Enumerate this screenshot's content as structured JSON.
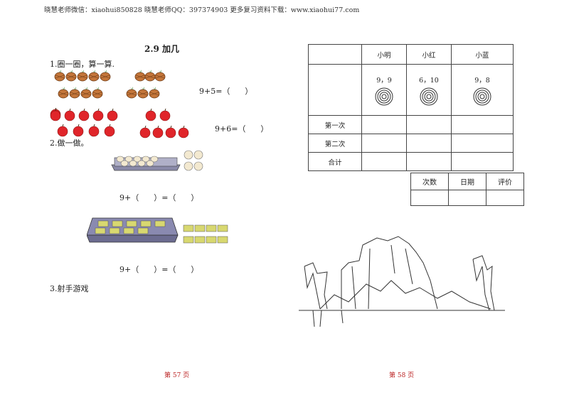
{
  "header": {
    "text": "晓慧老师微信：xiaohui850828 晓慧老师QQ：397374903 更多复习资料下载：www.xiaohui77.com"
  },
  "left_page": {
    "title": "2.9 加几",
    "q1": {
      "label": "1.圈一圈，算一算.",
      "eq1": "9+5=（      ）",
      "eq2": "9+6=（      ）"
    },
    "q2": {
      "label": "2.做一做。",
      "eq1": "9+（      ）=（      ）",
      "eq2": "9+（      ）=（      ）"
    },
    "q3": {
      "label": "3.射手游戏"
    },
    "page_number": "第 57 页"
  },
  "right_page": {
    "score_table": {
      "columns": [
        "",
        "小明",
        "小红",
        "小蓝"
      ],
      "scores": [
        "9，9",
        "6，10",
        "9，8"
      ],
      "rows": [
        "第一次",
        "第二次",
        "合计"
      ]
    },
    "eval_table": {
      "columns": [
        "次数",
        "日期",
        "评价"
      ]
    },
    "page_number": "第 58 页"
  },
  "colors": {
    "page_number": "#b22222",
    "apple": "#e0252a",
    "pineapple": "#c4763a"
  }
}
